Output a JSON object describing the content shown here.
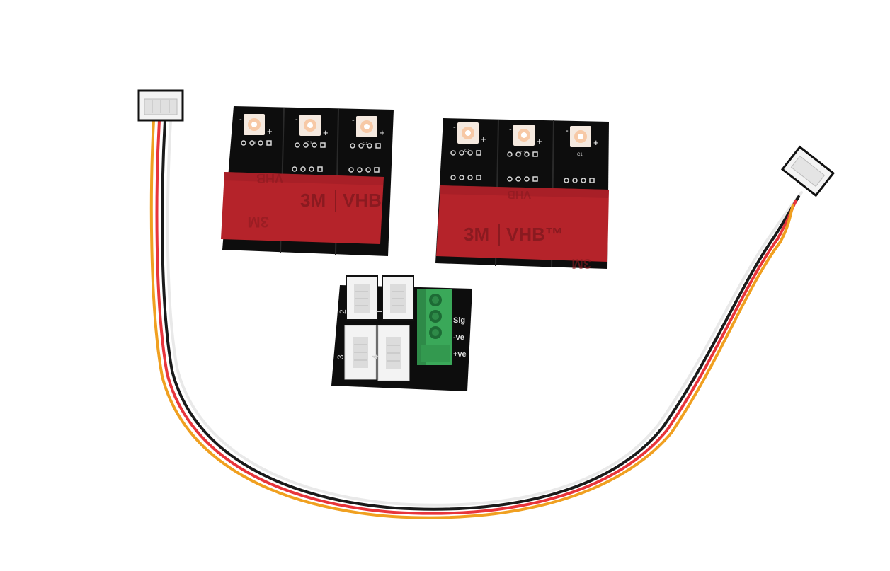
{
  "led_strips": [
    {
      "leds": [
        {
          "marking": "C1",
          "sign_minus": "-",
          "sign_plus": "+"
        },
        {
          "marking": "C1",
          "sign_minus": "-",
          "sign_plus": "+"
        },
        {
          "marking": "C1",
          "sign_minus": "-",
          "sign_plus": "+"
        }
      ],
      "tape_text": {
        "brand": "3M",
        "product": "VHB"
      }
    },
    {
      "leds": [
        {
          "marking": "C1",
          "sign_minus": "-",
          "sign_plus": "+"
        },
        {
          "marking": "C1",
          "sign_minus": "-",
          "sign_plus": "+"
        },
        {
          "marking": "C1",
          "sign_minus": "-",
          "sign_plus": "+"
        }
      ],
      "tape_text": {
        "brand": "3M",
        "product": "VHB™"
      }
    }
  ],
  "hub_board": {
    "port_labels": [
      "2",
      "1",
      "3",
      "4"
    ],
    "terminal_labels": [
      "Sig",
      "-ve",
      "+ve"
    ]
  },
  "colors": {
    "pcb": "#0d0d0d",
    "tape": "#b5232a",
    "terminal": "#3aa859",
    "connector": "#f3f3f3",
    "wire_yellow": "#f0a020",
    "wire_red": "#e8353b",
    "wire_black": "#1a1a1a",
    "wire_white": "#eeeeee"
  }
}
